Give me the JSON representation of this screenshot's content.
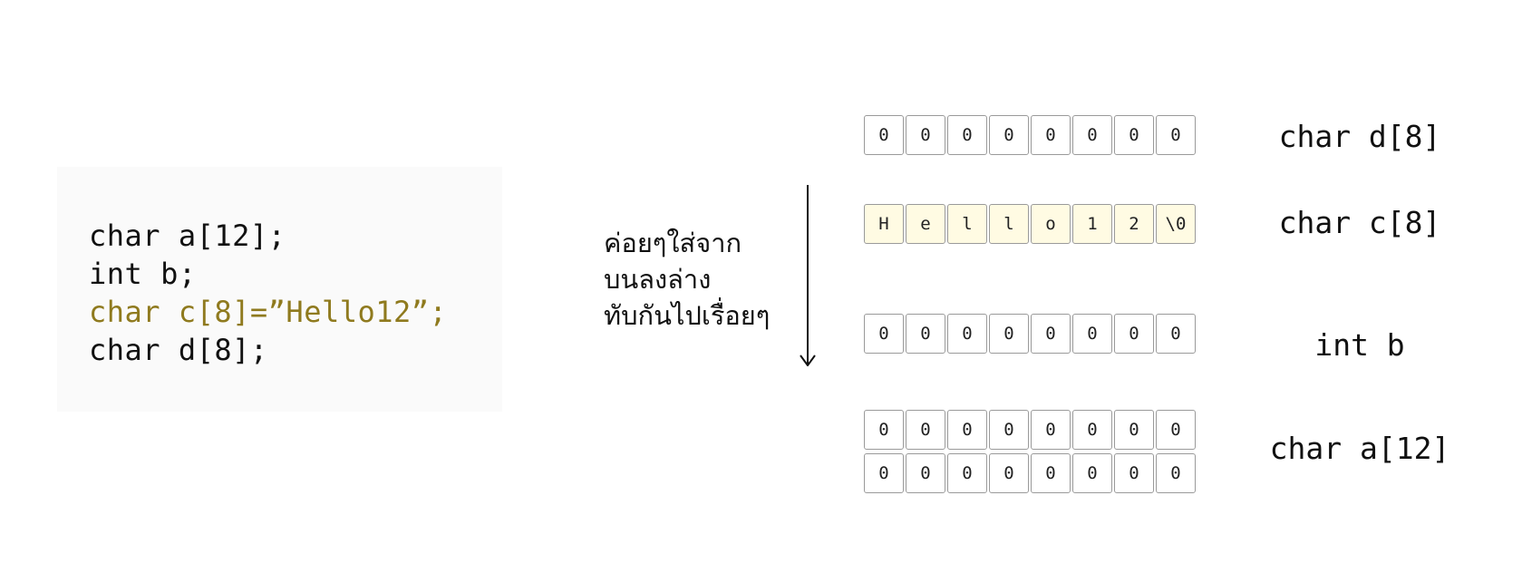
{
  "code": {
    "lines": [
      {
        "text": "char a[12];",
        "color": "#111111"
      },
      {
        "text": "int b;",
        "color": "#111111"
      },
      {
        "text": "char c[8]=”Hello12”;",
        "color": "#8f7a1e"
      },
      {
        "text": "char d[8];",
        "color": "#111111"
      }
    ]
  },
  "note": {
    "lines": [
      "ค่อยๆใส่จาก",
      "บนลงล่าง",
      "ทับกันไปเรื่อยๆ"
    ]
  },
  "memory": {
    "rows": [
      {
        "label": "char d[8]",
        "cells": [
          "0",
          "0",
          "0",
          "0",
          "0",
          "0",
          "0",
          "0"
        ],
        "highlight": false
      },
      {
        "label": "char c[8]",
        "cells": [
          "H",
          "e",
          "l",
          "l",
          "o",
          "1",
          "2",
          "\\0"
        ],
        "highlight": true
      },
      {
        "label": "int b",
        "cells": [
          "0",
          "0",
          "0",
          "0",
          "0",
          "0",
          "0",
          "0"
        ],
        "highlight": false
      },
      {
        "label": "char a[12]",
        "cells": [
          "0",
          "0",
          "0",
          "0",
          "0",
          "0",
          "0",
          "0"
        ],
        "cells2": [
          "0",
          "0",
          "0",
          "0",
          "0",
          "0",
          "0",
          "0"
        ],
        "highlight": false
      }
    ]
  },
  "colors": {
    "highlight_fill": "#fffbe3",
    "code_highlight": "#8f7a1e",
    "panel_bg": "#fafafa",
    "cell_border": "#9a9a9a"
  }
}
